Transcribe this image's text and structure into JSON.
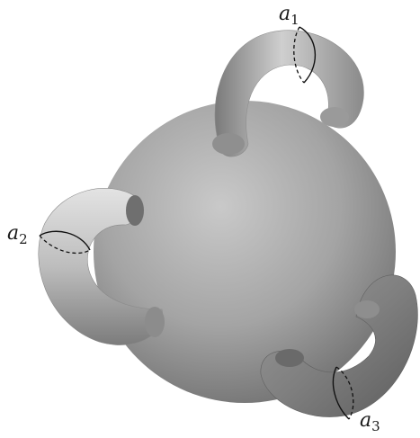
{
  "figure": {
    "description_visible_text": null,
    "labels": [
      {
        "id": "a1",
        "base": "a",
        "sub": "1"
      },
      {
        "id": "a2",
        "base": "a",
        "sub": "2"
      },
      {
        "id": "a3",
        "base": "a",
        "sub": "3"
      }
    ]
  }
}
